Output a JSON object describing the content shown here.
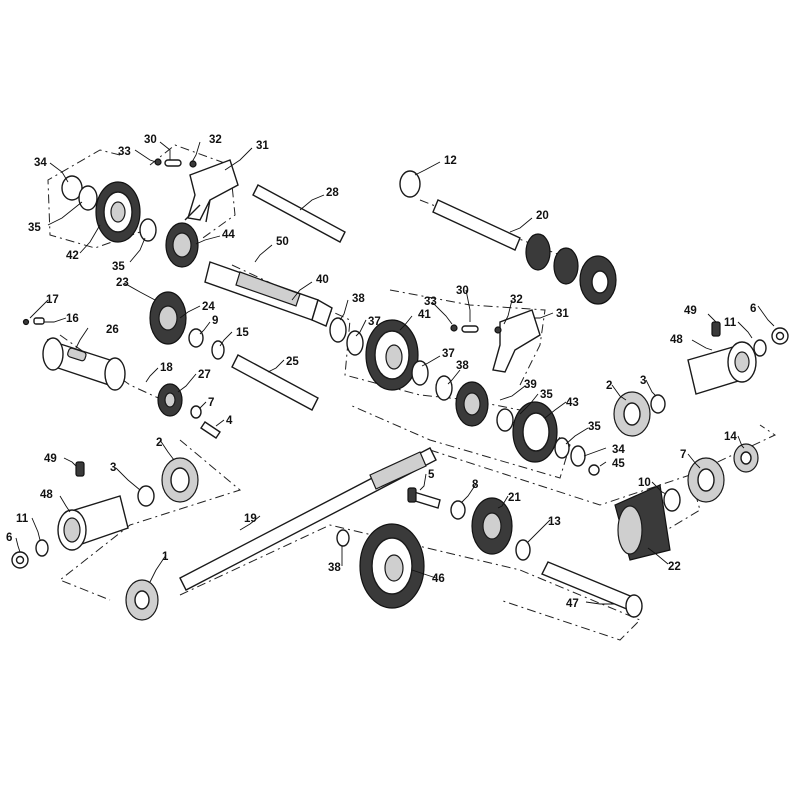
{
  "diagram": {
    "type": "exploded-parts-view",
    "line_color": "#1a1a1a",
    "background": "#ffffff"
  },
  "callouts": [
    {
      "id": "c30a",
      "label": "30"
    },
    {
      "id": "c32a",
      "label": "32"
    },
    {
      "id": "c33a",
      "label": "33"
    },
    {
      "id": "c31a",
      "label": "31"
    },
    {
      "id": "c34a",
      "label": "34"
    },
    {
      "id": "c35a",
      "label": "35"
    },
    {
      "id": "c42",
      "label": "42"
    },
    {
      "id": "c35b",
      "label": "35"
    },
    {
      "id": "c44",
      "label": "44"
    },
    {
      "id": "c28",
      "label": "28"
    },
    {
      "id": "c50",
      "label": "50"
    },
    {
      "id": "c40",
      "label": "40"
    },
    {
      "id": "c12",
      "label": "12"
    },
    {
      "id": "c20",
      "label": "20"
    },
    {
      "id": "c38a",
      "label": "38"
    },
    {
      "id": "c37a",
      "label": "37"
    },
    {
      "id": "c41",
      "label": "41"
    },
    {
      "id": "c30b",
      "label": "30"
    },
    {
      "id": "c33b",
      "label": "33"
    },
    {
      "id": "c32b",
      "label": "32"
    },
    {
      "id": "c31b",
      "label": "31"
    },
    {
      "id": "c37b",
      "label": "37"
    },
    {
      "id": "c38b",
      "label": "38"
    },
    {
      "id": "c39",
      "label": "39"
    },
    {
      "id": "c35c",
      "label": "35"
    },
    {
      "id": "c43",
      "label": "43"
    },
    {
      "id": "c35d",
      "label": "35"
    },
    {
      "id": "c34b",
      "label": "34"
    },
    {
      "id": "c45",
      "label": "45"
    },
    {
      "id": "c17",
      "label": "17"
    },
    {
      "id": "c16",
      "label": "16"
    },
    {
      "id": "c26",
      "label": "26"
    },
    {
      "id": "c23",
      "label": "23"
    },
    {
      "id": "c24",
      "label": "24"
    },
    {
      "id": "c9",
      "label": "9"
    },
    {
      "id": "c15",
      "label": "15"
    },
    {
      "id": "c25",
      "label": "25"
    },
    {
      "id": "c18",
      "label": "18"
    },
    {
      "id": "c27",
      "label": "27"
    },
    {
      "id": "c7a",
      "label": "7"
    },
    {
      "id": "c4",
      "label": "4"
    },
    {
      "id": "c49a",
      "label": "49"
    },
    {
      "id": "c6a",
      "label": "6"
    },
    {
      "id": "c11a",
      "label": "11"
    },
    {
      "id": "c48a",
      "label": "48"
    },
    {
      "id": "c2a",
      "label": "2"
    },
    {
      "id": "c3a",
      "label": "3"
    },
    {
      "id": "c2b",
      "label": "2"
    },
    {
      "id": "c3b",
      "label": "3"
    },
    {
      "id": "c49b",
      "label": "49"
    },
    {
      "id": "c48b",
      "label": "48"
    },
    {
      "id": "c11b",
      "label": "11"
    },
    {
      "id": "c6b",
      "label": "6"
    },
    {
      "id": "c19",
      "label": "19"
    },
    {
      "id": "c1",
      "label": "1"
    },
    {
      "id": "c5",
      "label": "5"
    },
    {
      "id": "c8",
      "label": "8"
    },
    {
      "id": "c21",
      "label": "21"
    },
    {
      "id": "c13",
      "label": "13"
    },
    {
      "id": "c38c",
      "label": "38"
    },
    {
      "id": "c46",
      "label": "46"
    },
    {
      "id": "c10",
      "label": "10"
    },
    {
      "id": "c7b",
      "label": "7"
    },
    {
      "id": "c14",
      "label": "14"
    },
    {
      "id": "c22",
      "label": "22"
    },
    {
      "id": "c47",
      "label": "47"
    }
  ]
}
